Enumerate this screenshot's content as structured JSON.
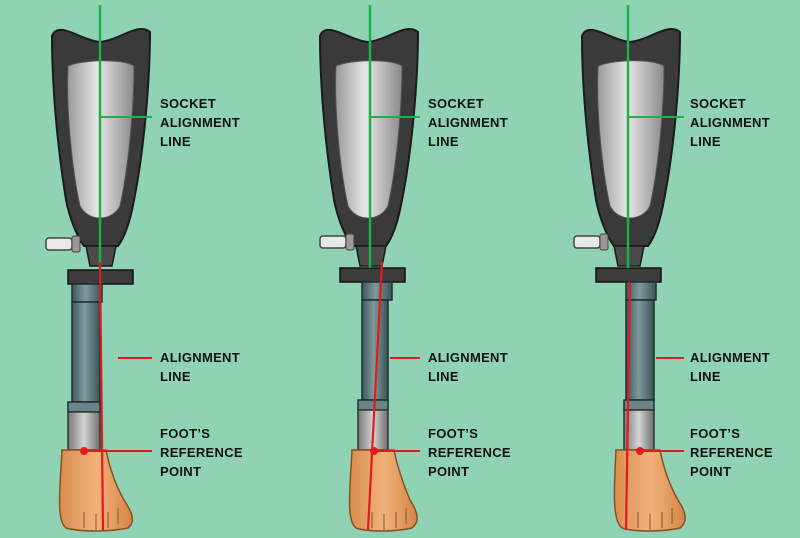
{
  "colors": {
    "background": "#8fd3b4",
    "socket_line": "#19b34a",
    "alignment_line": "#e01b1b",
    "socket_dark": "#3a3a3a",
    "socket_liner": "#b5b5b5",
    "pylon": "#5b7478",
    "foot": "#e8a46a",
    "plate": "#3c3c3c"
  },
  "diagrams": [
    {
      "name": "panel-1",
      "labels": {
        "socket": [
          "SOCKET",
          "ALIGNMENT",
          "LINE"
        ],
        "alignment": [
          "ALIGNMENT",
          "LINE"
        ],
        "foot": [
          "FOOT’S",
          "REFERENCE",
          "POINT"
        ]
      }
    },
    {
      "name": "panel-2",
      "labels": {
        "socket": [
          "SOCKET",
          "ALIGNMENT",
          "LINE"
        ],
        "alignment": [
          "ALIGNMENT",
          "LINE"
        ],
        "foot": [
          "FOOT’S",
          "REFERENCE",
          "POINT"
        ]
      }
    },
    {
      "name": "panel-3",
      "labels": {
        "socket": [
          "SOCKET",
          "ALIGNMENT",
          "LINE"
        ],
        "alignment": [
          "ALIGNMENT",
          "LINE"
        ],
        "foot": [
          "FOOT’S",
          "REFERENCE",
          "POINT"
        ]
      }
    }
  ]
}
